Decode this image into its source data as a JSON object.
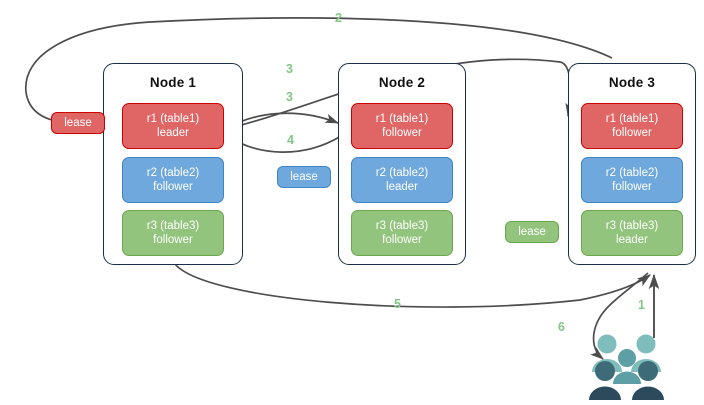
{
  "colors": {
    "arrow": "#4d4d4d",
    "node_border": "#1b2e47",
    "step_label": "#82c785",
    "red_fill": "#e06666",
    "red_border": "#cc0000",
    "blue_fill": "#6fa8dc",
    "blue_border": "#3d85c6",
    "green_fill": "#93c47d",
    "green_border": "#6aa84f",
    "people_light": "#7fbdbd",
    "people_mid": "#5d9fa5",
    "people_dark_head": "#3d6b78",
    "people_dark_body": "#2c4a5c"
  },
  "nodes": [
    {
      "title": "Node 1",
      "replicas": [
        {
          "name": "r1 (table1)",
          "role": "leader",
          "color": "red"
        },
        {
          "name": "r2 (table2)",
          "role": "follower",
          "color": "blue"
        },
        {
          "name": "r3 (table3)",
          "role": "follower",
          "color": "green"
        }
      ]
    },
    {
      "title": "Node 2",
      "replicas": [
        {
          "name": "r1 (table1)",
          "role": "follower",
          "color": "red"
        },
        {
          "name": "r2 (table2)",
          "role": "leader",
          "color": "blue"
        },
        {
          "name": "r3 (table3)",
          "role": "follower",
          "color": "green"
        }
      ]
    },
    {
      "title": "Node 3",
      "replicas": [
        {
          "name": "r1 (table1)",
          "role": "follower",
          "color": "red"
        },
        {
          "name": "r2 (table2)",
          "role": "follower",
          "color": "blue"
        },
        {
          "name": "r3 (table3)",
          "role": "leader",
          "color": "green"
        }
      ]
    }
  ],
  "leases": [
    {
      "label": "lease",
      "color": "red"
    },
    {
      "label": "lease",
      "color": "blue"
    },
    {
      "label": "lease",
      "color": "green"
    }
  ],
  "steps": [
    {
      "label": "1"
    },
    {
      "label": "2"
    },
    {
      "label": "3"
    },
    {
      "label": "3"
    },
    {
      "label": "4"
    },
    {
      "label": "5"
    },
    {
      "label": "6"
    }
  ],
  "icons": {
    "users": "users-group-icon"
  }
}
